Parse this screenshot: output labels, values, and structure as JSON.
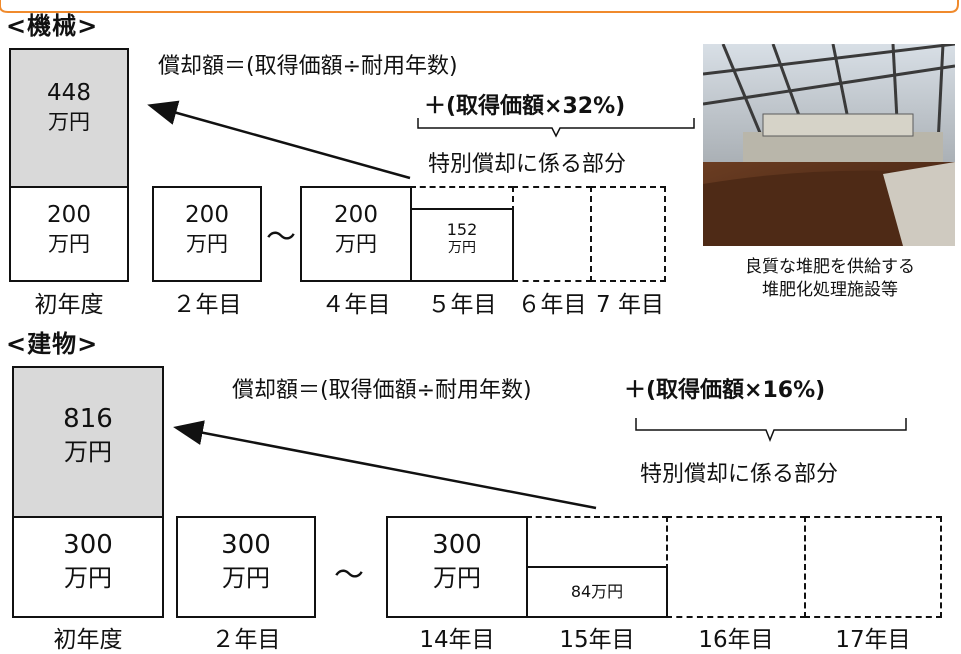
{
  "colors": {
    "accent": "#f08a2c",
    "shade": "#d9d9d9"
  },
  "machine": {
    "heading": "<機械>",
    "formula_main": "償却額＝(取得価額÷耐用年数)",
    "formula_extra": "＋(取得価額×32%)",
    "brace_label": "特別償却に係る部分",
    "first_top_value": "448",
    "first_top_unit": "万円",
    "first_bottom_value": "200",
    "first_bottom_unit": "万円",
    "year2_value": "200",
    "year2_unit": "万円",
    "tilde": "～",
    "year4_value": "200",
    "year4_unit": "万円",
    "year5_value": "152",
    "year5_unit": "万円",
    "labels": [
      "初年度",
      "２年目",
      "４年目",
      "５年目",
      "６年目",
      "7 年目"
    ]
  },
  "photo": {
    "caption_line1": "良質な堆肥を供給する",
    "caption_line2": "堆肥化処理施設等"
  },
  "building": {
    "heading": "<建物>",
    "formula_main": "償却額＝(取得価額÷耐用年数)",
    "formula_extra": "＋(取得価額×16%)",
    "brace_label": "特別償却に係る部分",
    "first_top_value": "816",
    "first_top_unit": "万円",
    "first_bottom_value": "300",
    "first_bottom_unit": "万円",
    "year2_value": "300",
    "year2_unit": "万円",
    "tilde": "～",
    "year14_value": "300",
    "year14_unit": "万円",
    "year15_value": "84万円",
    "labels": [
      "初年度",
      "２年目",
      "14年目",
      "15年目",
      "16年目",
      "17年目"
    ]
  }
}
